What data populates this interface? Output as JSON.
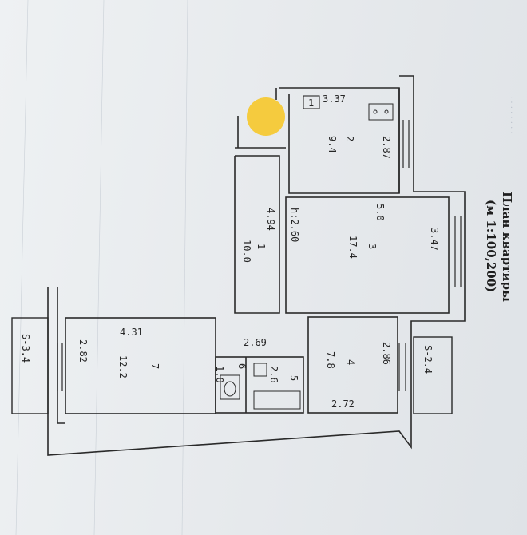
{
  "plan": {
    "title": "План квартиры",
    "scale": "(м 1:100,200)",
    "height_label": "h:2.60",
    "balcony_left": "S-3.4",
    "balcony_right": "S-2.4"
  },
  "rooms": [
    {
      "id": "1",
      "area": "10.0",
      "width": "4.94"
    },
    {
      "id": "2",
      "area": "9.4",
      "width": "2.87",
      "length": "3.37"
    },
    {
      "id": "3",
      "area": "17.4",
      "width": "3.47",
      "length": "5.0"
    },
    {
      "id": "4",
      "area": "7.8",
      "width": "2.86",
      "length": "2.72"
    },
    {
      "id": "5",
      "area": "2.6"
    },
    {
      "id": "6",
      "area": "1.0"
    },
    {
      "id": "7",
      "area": "12.2",
      "width": "2.82",
      "length": "4.31"
    }
  ],
  "corridor_label": "2.69",
  "corner_box": "1",
  "colors": {
    "ink": "#2a2a2a",
    "marker": "#f7c51e",
    "paper": "#eef1f3"
  }
}
